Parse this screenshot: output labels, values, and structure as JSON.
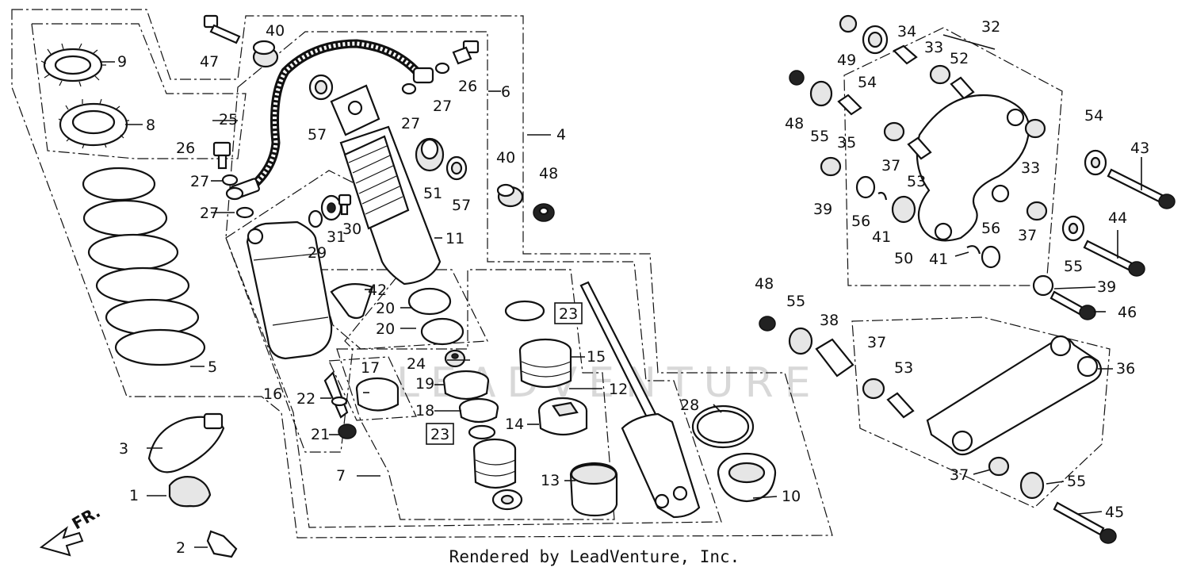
{
  "watermark": "LEADVENTURE",
  "direction_label": "FR.",
  "footer": "Rendered by LeadVenture, Inc.",
  "labels": [
    {
      "id": "1",
      "text": "1"
    },
    {
      "id": "2",
      "text": "2"
    },
    {
      "id": "3",
      "text": "3"
    },
    {
      "id": "4",
      "text": "4"
    },
    {
      "id": "5",
      "text": "5"
    },
    {
      "id": "6",
      "text": "6"
    },
    {
      "id": "7",
      "text": "7"
    },
    {
      "id": "8",
      "text": "8"
    },
    {
      "id": "9",
      "text": "9"
    },
    {
      "id": "10",
      "text": "10"
    },
    {
      "id": "11",
      "text": "11"
    },
    {
      "id": "12",
      "text": "12"
    },
    {
      "id": "13",
      "text": "13"
    },
    {
      "id": "14",
      "text": "14"
    },
    {
      "id": "15",
      "text": "15"
    },
    {
      "id": "16",
      "text": "16"
    },
    {
      "id": "17",
      "text": "17"
    },
    {
      "id": "18",
      "text": "18"
    },
    {
      "id": "19",
      "text": "19"
    },
    {
      "id": "20a",
      "text": "20"
    },
    {
      "id": "20b",
      "text": "20"
    },
    {
      "id": "21",
      "text": "21"
    },
    {
      "id": "22",
      "text": "22"
    },
    {
      "id": "23a",
      "text": "23"
    },
    {
      "id": "23b",
      "text": "23"
    },
    {
      "id": "24",
      "text": "24"
    },
    {
      "id": "25",
      "text": "25"
    },
    {
      "id": "26a",
      "text": "26"
    },
    {
      "id": "26b",
      "text": "26"
    },
    {
      "id": "27a",
      "text": "27"
    },
    {
      "id": "27b",
      "text": "27"
    },
    {
      "id": "27c",
      "text": "27"
    },
    {
      "id": "27d",
      "text": "27"
    },
    {
      "id": "28",
      "text": "28"
    },
    {
      "id": "29",
      "text": "29"
    },
    {
      "id": "30",
      "text": "30"
    },
    {
      "id": "31",
      "text": "31"
    },
    {
      "id": "32",
      "text": "32"
    },
    {
      "id": "33a",
      "text": "33"
    },
    {
      "id": "33b",
      "text": "33"
    },
    {
      "id": "34",
      "text": "34"
    },
    {
      "id": "35",
      "text": "35"
    },
    {
      "id": "36",
      "text": "36"
    },
    {
      "id": "37a",
      "text": "37"
    },
    {
      "id": "37b",
      "text": "37"
    },
    {
      "id": "37c",
      "text": "37"
    },
    {
      "id": "37d",
      "text": "37"
    },
    {
      "id": "38",
      "text": "38"
    },
    {
      "id": "39a",
      "text": "39"
    },
    {
      "id": "39b",
      "text": "39"
    },
    {
      "id": "40a",
      "text": "40"
    },
    {
      "id": "40b",
      "text": "40"
    },
    {
      "id": "41a",
      "text": "41"
    },
    {
      "id": "41b",
      "text": "41"
    },
    {
      "id": "42",
      "text": "42"
    },
    {
      "id": "43",
      "text": "43"
    },
    {
      "id": "44",
      "text": "44"
    },
    {
      "id": "45",
      "text": "45"
    },
    {
      "id": "46",
      "text": "46"
    },
    {
      "id": "47",
      "text": "47"
    },
    {
      "id": "48a",
      "text": "48"
    },
    {
      "id": "48b",
      "text": "48"
    },
    {
      "id": "48c",
      "text": "48"
    },
    {
      "id": "49",
      "text": "49"
    },
    {
      "id": "50",
      "text": "50"
    },
    {
      "id": "51",
      "text": "51"
    },
    {
      "id": "52",
      "text": "52"
    },
    {
      "id": "53a",
      "text": "53"
    },
    {
      "id": "53b",
      "text": "53"
    },
    {
      "id": "54a",
      "text": "54"
    },
    {
      "id": "54b",
      "text": "54"
    },
    {
      "id": "55a",
      "text": "55"
    },
    {
      "id": "55b",
      "text": "55"
    },
    {
      "id": "55c",
      "text": "55"
    },
    {
      "id": "55d",
      "text": "55"
    },
    {
      "id": "56a",
      "text": "56"
    },
    {
      "id": "56b",
      "text": "56"
    },
    {
      "id": "57a",
      "text": "57"
    },
    {
      "id": "57b",
      "text": "57"
    }
  ]
}
